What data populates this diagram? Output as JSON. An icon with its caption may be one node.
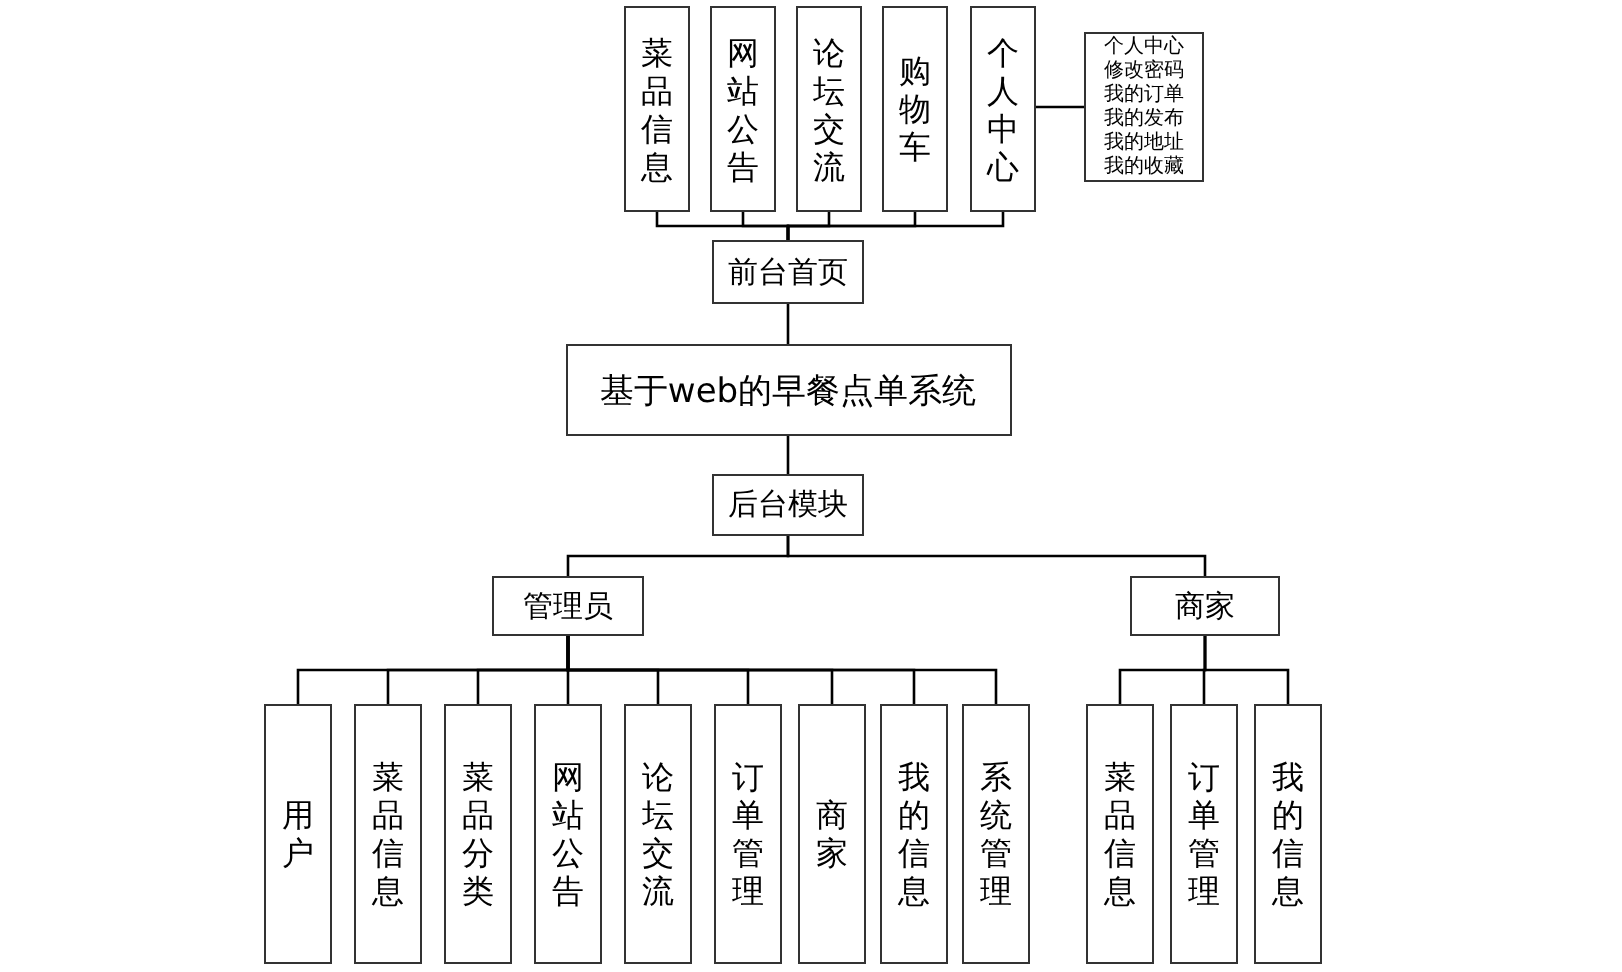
{
  "diagram": {
    "nodes": [
      {
        "text": [
          "菜品信息"
        ]
      },
      {
        "text": [
          "网站公告"
        ]
      },
      {
        "text": [
          "论坛交流"
        ]
      },
      {
        "text": [
          "购物车"
        ]
      },
      {
        "text": [
          "个人中心"
        ]
      },
      {
        "text": [
          "个人中心",
          "修改密码",
          "我的订单",
          "我的发布",
          "我的地址",
          "我的收藏"
        ]
      },
      {
        "text": [
          "前台首页"
        ]
      },
      {
        "text": [
          "基于web的早餐点单系统"
        ]
      },
      {
        "text": [
          "后台模块"
        ]
      },
      {
        "text": [
          "管理员"
        ]
      },
      {
        "text": [
          "商家"
        ]
      },
      {
        "text": [
          "用户"
        ]
      },
      {
        "text": [
          "菜品信息"
        ]
      },
      {
        "text": [
          "菜品分类"
        ]
      },
      {
        "text": [
          "网站公告"
        ]
      },
      {
        "text": [
          "论坛交流"
        ]
      },
      {
        "text": [
          "订单管理"
        ]
      },
      {
        "text": [
          "商家"
        ]
      },
      {
        "text": [
          "我的信息"
        ]
      },
      {
        "text": [
          "系统管理"
        ]
      },
      {
        "text": [
          "菜品信息"
        ]
      },
      {
        "text": [
          "订单管理"
        ]
      },
      {
        "text": [
          "我的信息"
        ]
      }
    ],
    "edges": [
      {
        "from": 6,
        "to": 0,
        "arrow": "none"
      },
      {
        "from": 6,
        "to": 1,
        "arrow": "none"
      },
      {
        "from": 6,
        "to": 2,
        "arrow": "none"
      },
      {
        "from": 6,
        "to": 3,
        "arrow": "none"
      },
      {
        "from": 6,
        "to": 4,
        "arrow": "none"
      },
      {
        "from": 4,
        "to": 5,
        "arrow": "none"
      },
      {
        "from": 7,
        "to": 6,
        "arrow": "none"
      },
      {
        "from": 7,
        "to": 8,
        "arrow": "none"
      },
      {
        "from": 8,
        "to": 9,
        "arrow": "none"
      },
      {
        "from": 8,
        "to": 10,
        "arrow": "none"
      },
      {
        "from": 9,
        "to": 11,
        "arrow": "none"
      },
      {
        "from": 9,
        "to": 12,
        "arrow": "none"
      },
      {
        "from": 9,
        "to": 13,
        "arrow": "none"
      },
      {
        "from": 9,
        "to": 14,
        "arrow": "none"
      },
      {
        "from": 9,
        "to": 15,
        "arrow": "none"
      },
      {
        "from": 9,
        "to": 16,
        "arrow": "none"
      },
      {
        "from": 9,
        "to": 17,
        "arrow": "none"
      },
      {
        "from": 9,
        "to": 18,
        "arrow": "none"
      },
      {
        "from": 9,
        "to": 19,
        "arrow": "none"
      },
      {
        "from": 10,
        "to": 20,
        "arrow": "none"
      },
      {
        "from": 10,
        "to": 21,
        "arrow": "none"
      },
      {
        "from": 10,
        "to": 22,
        "arrow": "none"
      }
    ]
  }
}
